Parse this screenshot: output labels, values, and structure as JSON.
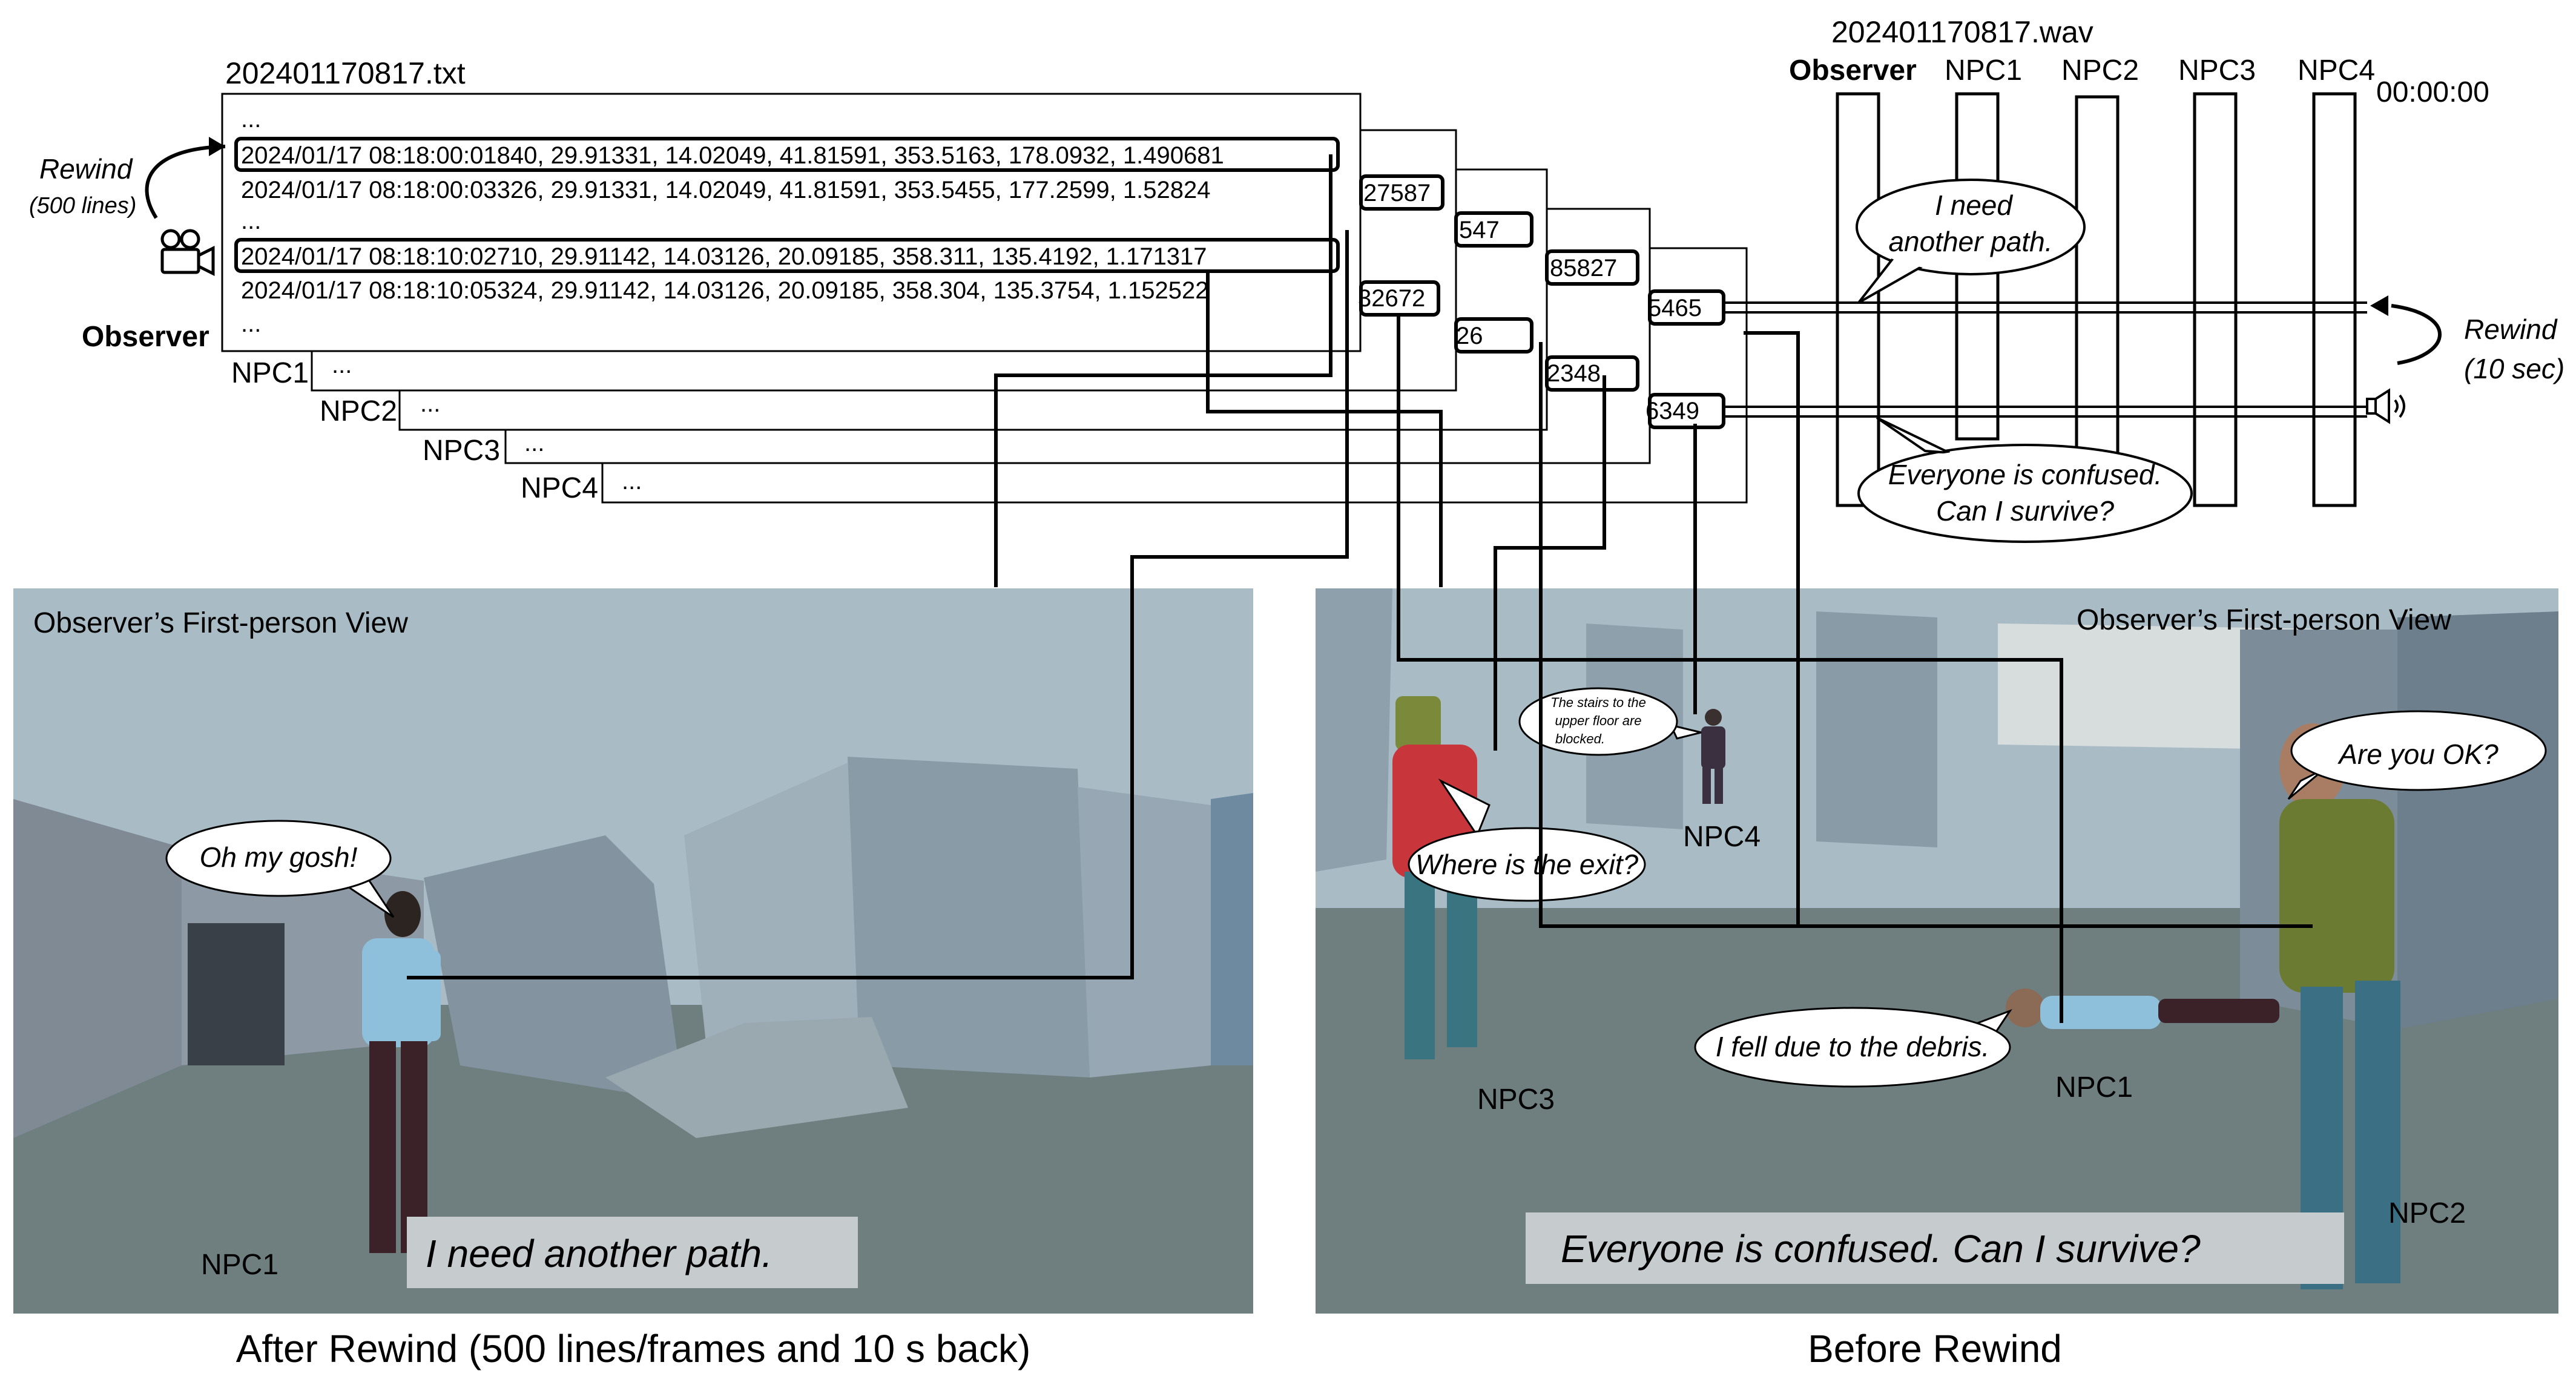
{
  "log": {
    "file_name": "202401170817.txt",
    "records": [
      "...",
      "2024/01/17 08:18:00:01840, 29.91331, 14.02049, 41.81591, 353.5163, 178.0932, 1.490681",
      "2024/01/17 08:18:00:03326, 29.91331, 14.02049, 41.81591, 353.5455, 177.2599, 1.52824",
      "...",
      "2024/01/17 08:18:10:02710, 29.91142, 14.03126, 20.09185, 358.311, 135.4192, 1.171317",
      "2024/01/17 08:18:10:05324, 29.91142, 14.03126, 20.09185, 358.304, 135.3754, 1.152522",
      "..."
    ],
    "rewind_label": "Rewind",
    "rewind_detail": "(500 lines)",
    "camera_icon": "movie-camera-icon",
    "sheets": [
      {
        "label": "Observer",
        "ellipsis": ""
      },
      {
        "label": "NPC1",
        "ellipsis": "..."
      },
      {
        "label": "NPC2",
        "ellipsis": "..."
      },
      {
        "label": "NPC3",
        "ellipsis": "..."
      },
      {
        "label": "NPC4",
        "ellipsis": "..."
      }
    ],
    "fragments": [
      "27587",
      "547",
      "85827",
      "5465",
      "32672",
      "26",
      "2348",
      "6349"
    ]
  },
  "audio": {
    "file_name": "202401170817.wav",
    "tracks": [
      "Observer",
      "NPC1",
      "NPC2",
      "NPC3",
      "NPC4"
    ],
    "timestamp": "00:00:00",
    "rewind_label": "Rewind",
    "rewind_detail": "(10 sec)",
    "speaker_icon": "speaker-icon",
    "bubble_top": [
      "I need",
      "another path."
    ],
    "bubble_bottom": [
      "Everyone is confused.",
      "Can I survive?"
    ]
  },
  "left_view": {
    "title": "Observer’s First-person View",
    "speech": "Oh my gosh!",
    "npc_label": "NPC1",
    "subtitle": "I need another path.",
    "caption": "After Rewind (500 lines/frames and 10 s back)"
  },
  "right_view": {
    "title": "Observer’s First-person View",
    "npc3_speech": "Where is the exit?",
    "npc4_speech": [
      "The stairs to the",
      "upper floor are",
      "blocked."
    ],
    "npc2_speech": "Are you OK?",
    "npc1_speech": "I fell due to the debris.",
    "npc3_label": "NPC3",
    "npc4_label": "NPC4",
    "npc1_label": "NPC1",
    "npc2_label": "NPC2",
    "subtitle": "Everyone is confused. Can I survive?",
    "caption": "Before Rewind"
  },
  "colors": {
    "sky": "#a9bcc6",
    "floor": "#6f7f80",
    "wall": "#8fa0ad",
    "subtitle_box": "#c6cccd"
  }
}
